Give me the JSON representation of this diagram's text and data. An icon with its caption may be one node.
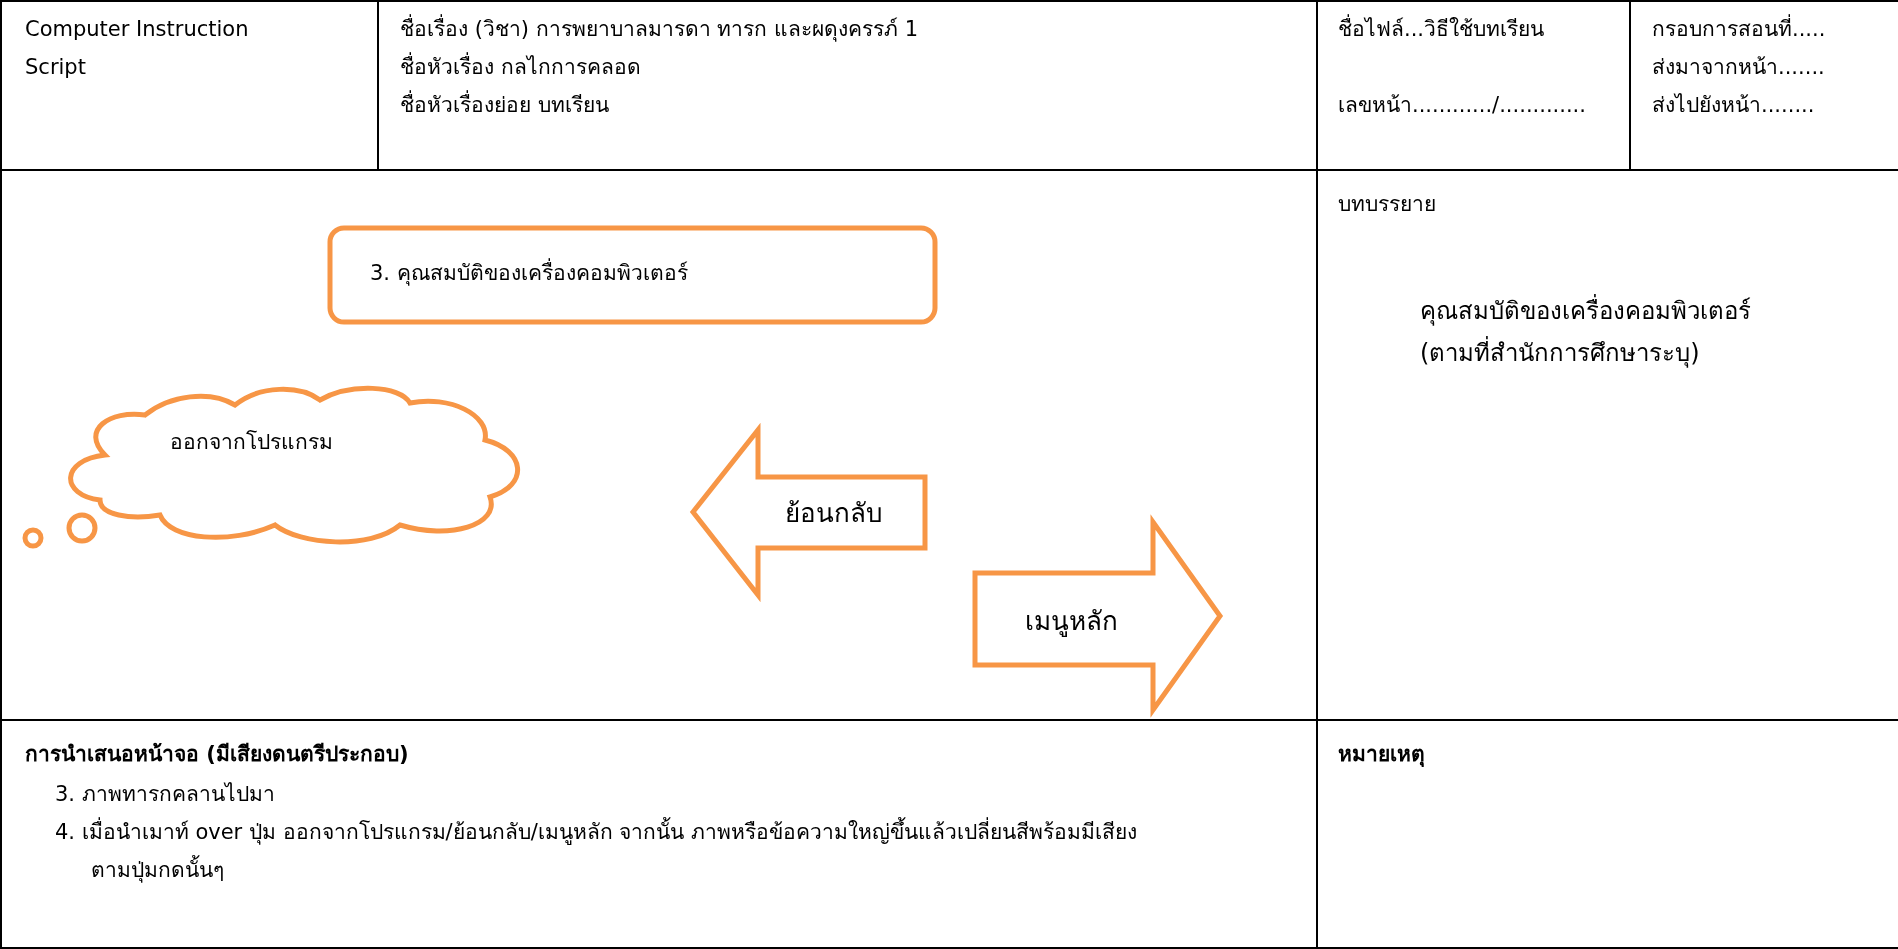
{
  "diagram": {
    "nodes": [
      {
        "text": [
          "3. คุณสมบัติของเครื่องคอมพิวเตอร์"
        ]
      },
      {
        "text": [
          "ออกจากโปรแกรม"
        ]
      },
      {
        "text": [
          "ย้อนกลับ"
        ]
      },
      {
        "text": [
          "เมนูหลัก"
        ]
      }
    ],
    "labels": [
      "Computer Instruction Script",
      "ชื่อเรื่อง (วิชา) การพยาบาลมารดา ทารก และผดุงครรภ์ 1",
      "ชื่อหัวเรื่อง กลไกการคลอด",
      "ชื่อหัวเรื่องย่อย บทเรียน",
      "ชื่อไฟล์...วิธีใช้บทเรียน",
      "เลขหน้า............/.............",
      "กรอบการสอนที่.....",
      "ส่งมาจากหน้า.......",
      "ส่งไปยังหน้า........",
      "บทบรรยาย",
      "คุณสมบัติของเครื่องคอมพิวเตอร์ (ตามที่สำนักการศึกษาระบุ)",
      "การนำเสนอหน้าจอ (มีเสียงดนตรีประกอบ)",
      "3. ภาพทารกคลานไปมา",
      "4. เมื่อนำเมาท์ over ปุ่ม ออกจากโปรแกรม/ย้อนกลับ/เมนูหลัก จากนั้น ภาพหรือข้อความใหญ่ขึ้นแล้วเปลี่ยนสีพร้อมมีเสียงตามปุ่มกดนั้นๆ",
      "หมายเหตุ"
    ]
  }
}
